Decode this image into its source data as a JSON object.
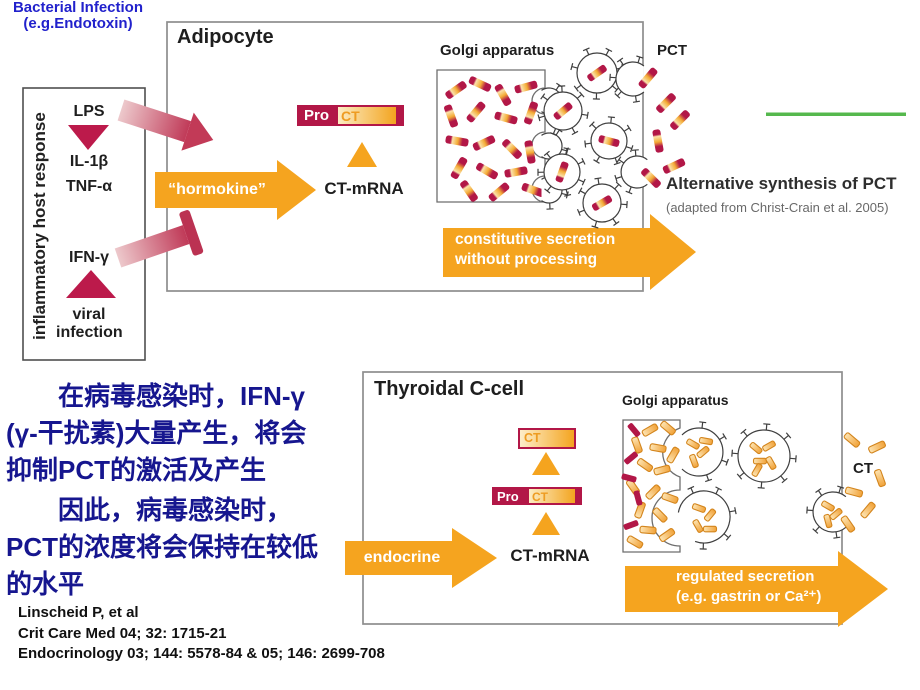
{
  "heading": {
    "line1": "Bacterial Infection",
    "line2": "(e.g.Endotoxin)"
  },
  "left_box": {
    "vertical_label": "inflammatory host response",
    "lps": "LPS",
    "il1b": "IL-1β",
    "tnfa": "TNF-α",
    "ifng": "IFN-γ",
    "viral_line1": "viral",
    "viral_line2": "infection"
  },
  "adipocyte": {
    "title": "Adipocyte",
    "hormokine": "“hormokine”",
    "proct_bar": {
      "pro": "Pro",
      "ct": "CT"
    },
    "ct_mrna": "CT-mRNA",
    "golgi": "Golgi apparatus",
    "pct": "PCT",
    "secretion_line1": "constitutive secretion",
    "secretion_line2": "without processing"
  },
  "alternative": {
    "title": "Alternative synthesis of PCT",
    "credit": "(adapted from Christ-Crain et al. 2005)"
  },
  "thyroidal": {
    "title": "Thyroidal C-cell",
    "endocrine": "endocrine",
    "ct_bar": {
      "ct": "CT"
    },
    "proct_bar": {
      "pro": "Pro",
      "ct": "CT"
    },
    "ct_mrna": "CT-mRNA",
    "golgi": "Golgi apparatus",
    "ct_released": "CT",
    "secretion_line1": "regulated secretion",
    "secretion_line2": "(e.g. gastrin or Ca²⁺)"
  },
  "chinese": {
    "para1": "在病毒感染时，IFN-γ (γ-干扰素)大量产生，将会抑制PCT的激活及产生",
    "para2": "因此，病毒感染时，PCT的浓度将会保持在较低的水平"
  },
  "references": {
    "line1": "Linscheid P, et al",
    "line2": "Crit Care Med 04; 32: 1715-21",
    "line3": "Endocrinology 03; 144: 5578-84 & 05; 146: 2699-708"
  },
  "colors": {
    "crimson": "#b21747",
    "orange": "#f5a41f",
    "green": "#55b84d",
    "heading_blue": "#2121cc",
    "chinese_navy": "#16168f"
  }
}
